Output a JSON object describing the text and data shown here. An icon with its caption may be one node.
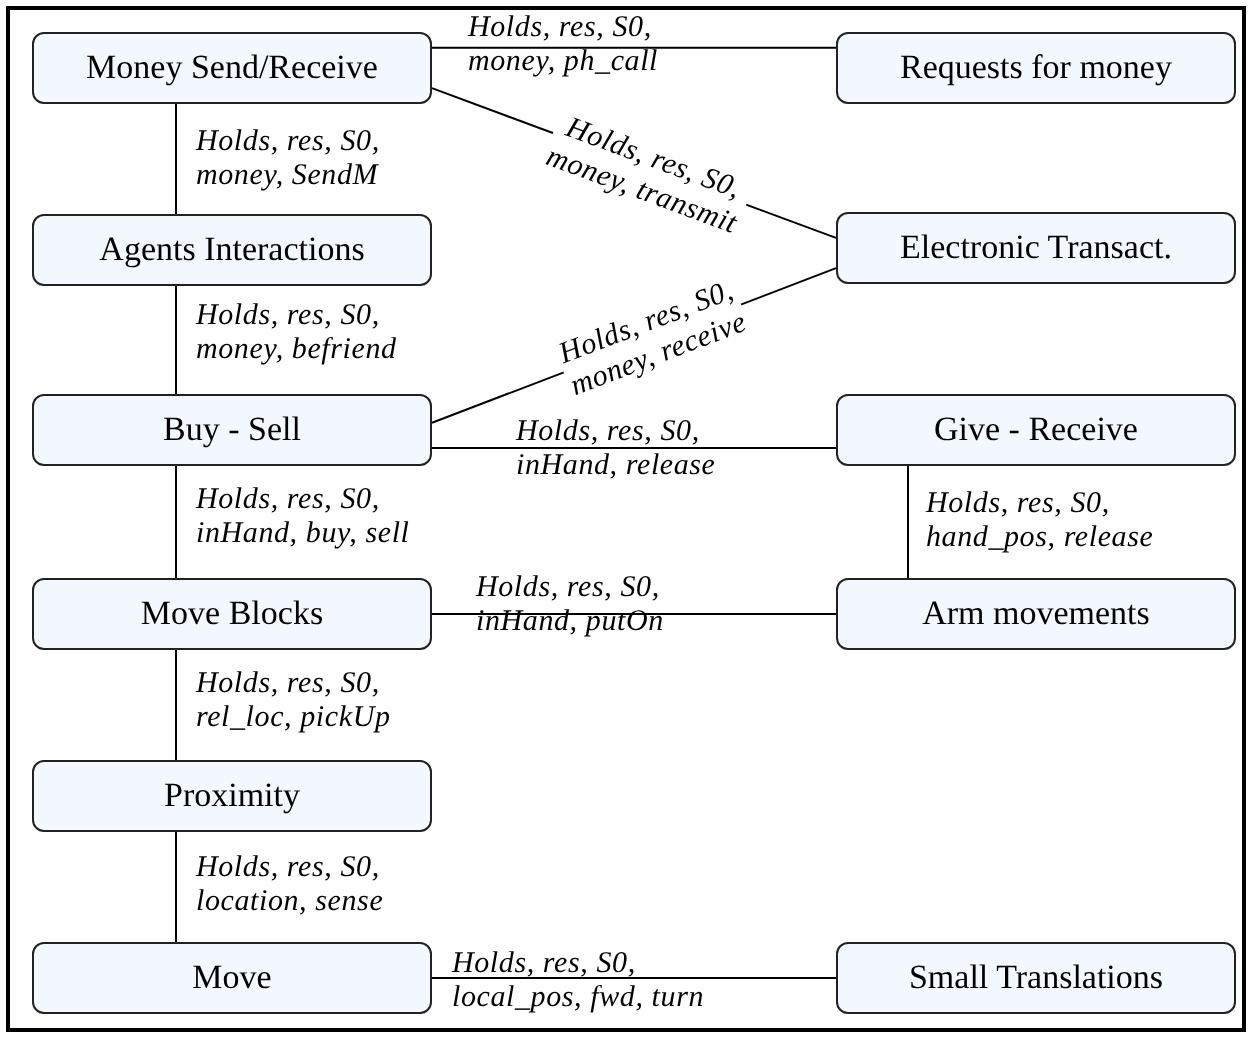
{
  "diagram": {
    "nodes": [
      {
        "text": [
          "Money Send/Receive"
        ]
      },
      {
        "text": [
          "Requests for money"
        ]
      },
      {
        "text": [
          "Agents Interactions"
        ]
      },
      {
        "text": [
          "Electronic Transact."
        ]
      },
      {
        "text": [
          "Buy - Sell"
        ]
      },
      {
        "text": [
          "Give - Receive"
        ]
      },
      {
        "text": [
          "Move Blocks"
        ]
      },
      {
        "text": [
          "Arm movements"
        ]
      },
      {
        "text": [
          "Proximity"
        ]
      },
      {
        "text": [
          "Move"
        ]
      },
      {
        "text": [
          "Small Translations"
        ]
      }
    ],
    "edges": [
      {
        "from": 0,
        "to": 1,
        "arrow": "none",
        "label": "Holds, res, S0, money, ph_call"
      },
      {
        "from": 0,
        "to": 3,
        "arrow": "none",
        "label": "Holds, res, S0, money, transmit"
      },
      {
        "from": 0,
        "to": 2,
        "arrow": "none",
        "label": "Holds, res, S0, money, SendM"
      },
      {
        "from": 2,
        "to": 4,
        "arrow": "none",
        "label": "Holds, res, S0, money, befriend"
      },
      {
        "from": 4,
        "to": 3,
        "arrow": "none",
        "label": "Holds, res, S0, money, receive"
      },
      {
        "from": 4,
        "to": 5,
        "arrow": "none",
        "label": "Holds, res, S0, inHand, release"
      },
      {
        "from": 4,
        "to": 6,
        "arrow": "none",
        "label": "Holds, res, S0, inHand, buy, sell"
      },
      {
        "from": 5,
        "to": 7,
        "arrow": "none",
        "label": "Holds, res, S0, hand_pos, release"
      },
      {
        "from": 6,
        "to": 7,
        "arrow": "none",
        "label": "Holds, res, S0, inHand, putOn"
      },
      {
        "from": 6,
        "to": 8,
        "arrow": "none",
        "label": "Holds, res, S0, rel_loc, pickUp"
      },
      {
        "from": 8,
        "to": 9,
        "arrow": "none",
        "label": "Holds, res, S0, location, sense"
      },
      {
        "from": 9,
        "to": 10,
        "arrow": "none",
        "label": "Holds, res, S0, local_pos, fwd, turn"
      }
    ]
  }
}
